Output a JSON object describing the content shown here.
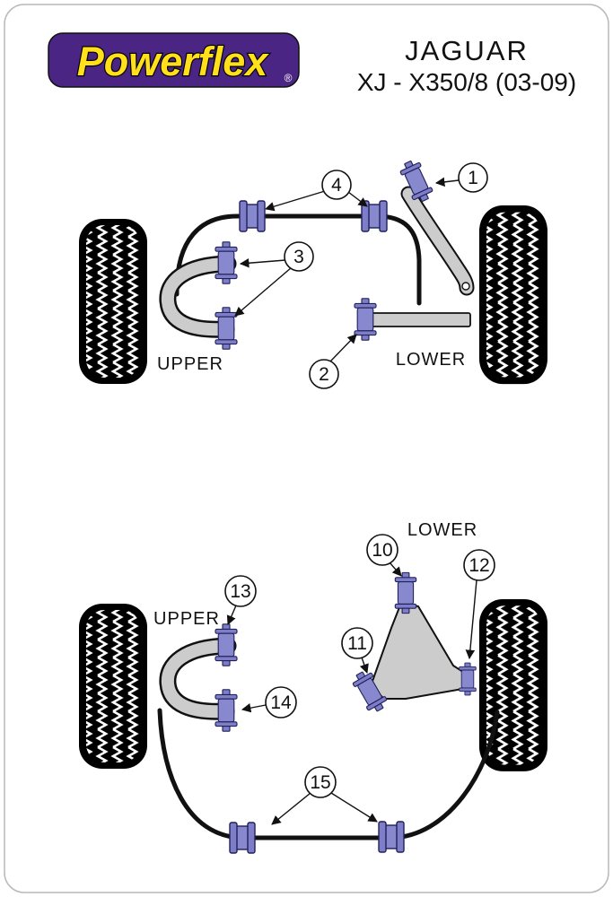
{
  "page": {
    "brand": "Powerflex",
    "registered_mark": "®",
    "make": "JAGUAR",
    "model": "XJ - X350/8 (03-09)"
  },
  "front": {
    "upper_label": "UPPER",
    "lower_label": "LOWER",
    "callout_1": "1",
    "callout_2": "2",
    "callout_3": "3",
    "callout_4": "4"
  },
  "rear": {
    "upper_label": "UPPER",
    "lower_label": "LOWER",
    "callout_10": "10",
    "callout_11": "11",
    "callout_12": "12",
    "callout_13": "13",
    "callout_14": "14",
    "callout_15": "15"
  },
  "colors": {
    "logo_purple": "#4A2583",
    "logo_yellow": "#FFE01A",
    "bushing_purple": "#7D7DC8",
    "arm_gray": "#CCCCCC",
    "line_black": "#111111"
  }
}
